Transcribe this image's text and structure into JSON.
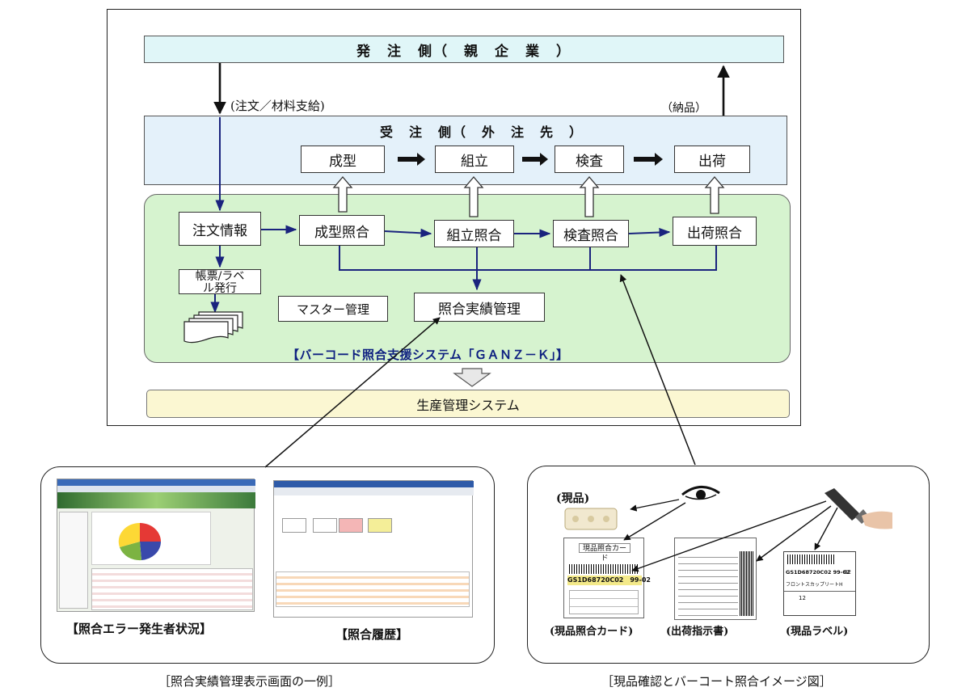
{
  "top": {
    "ordering_side": "発　注　側（　親　企　業　）",
    "receiving_side": "受　注　側（　外　注　先　）",
    "order_note": "(注文／材料支給)",
    "delivery_note": "（納品）",
    "steps": [
      "成型",
      "組立",
      "検査",
      "出荷"
    ],
    "system": {
      "order_info": "注文情報",
      "match_steps": [
        "成型照合",
        "組立照合",
        "検査照合",
        "出荷照合"
      ],
      "form_issue": "帳票/ラベル発行",
      "master": "マスター管理",
      "results": "照合実績管理",
      "title": "【バーコード照合支援システム「ＧＡＮＺ－Ｋ」】"
    },
    "production": "生産管理システム"
  },
  "left_panel": {
    "screen1_caption": "【照合エラー発生者状況】",
    "screen2_caption": "【照合履歴】",
    "caption": "［照合実績管理表示画面の一例］"
  },
  "right_panel": {
    "item_label": "(現品)",
    "card_caption": "(現品照合カード)",
    "instruction_caption": "(出荷指示書)",
    "label_caption": "(現品ラベル)",
    "card_title": "現品照合カード",
    "card_code": "GS1D68720C02　99-02",
    "label_code": "GS1D68720C02 99-02",
    "label_part": "フロントスカップリートH",
    "label_qty": "12",
    "label_num": "02",
    "caption": "［現品確認とバーコート照合イメージ図］"
  },
  "colors": {
    "header_fill": "#e0f6f8",
    "receiving_fill": "#e4f1fa",
    "system_fill": "#d6f3cf",
    "production_fill": "#fbf7d2",
    "arrow_blue": "#1a237e",
    "system_title": "#0d1f80"
  }
}
